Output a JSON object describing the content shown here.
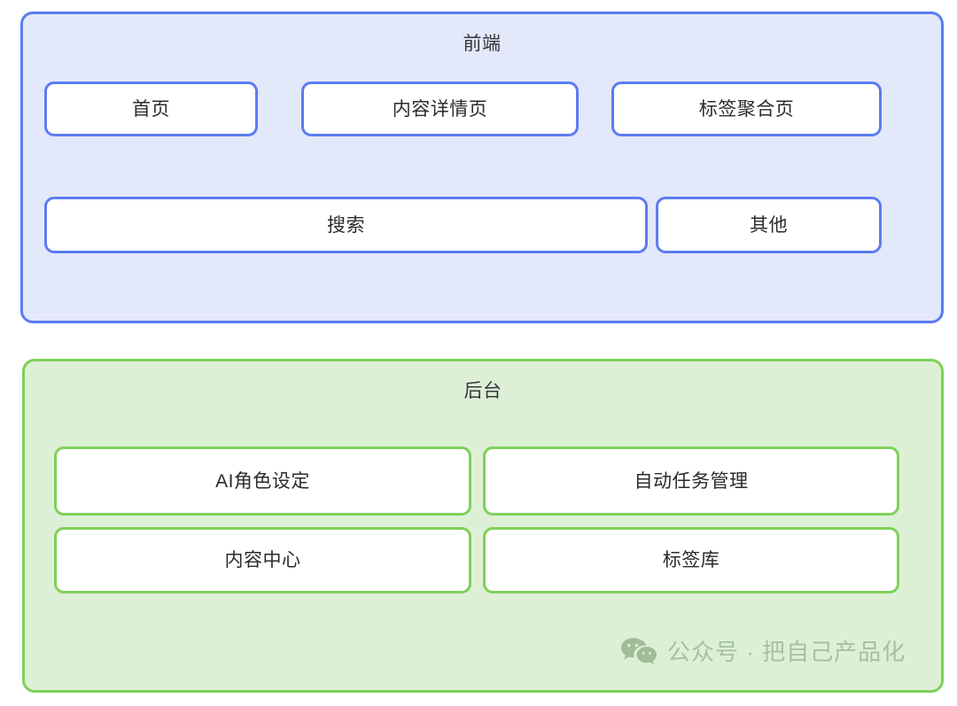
{
  "diagram": {
    "groups": [
      {
        "id": "frontend",
        "title": "前端",
        "accent": "#5b7cf0",
        "fill": "#e3e8fb",
        "nodes": [
          {
            "label": "首页"
          },
          {
            "label": "内容详情页"
          },
          {
            "label": "标签聚合页"
          },
          {
            "label": "搜索"
          },
          {
            "label": "其他"
          }
        ]
      },
      {
        "id": "backend",
        "title": "后台",
        "accent": "#7ed157",
        "fill": "#ddf0d6",
        "nodes": [
          {
            "label": "AI角色设定"
          },
          {
            "label": "自动任务管理"
          },
          {
            "label": "内容中心"
          },
          {
            "label": "标签库"
          }
        ]
      }
    ]
  },
  "watermark": {
    "icon": "wechat-icon",
    "text": "公众号 · 把自己产品化",
    "color": "#a4c29b"
  }
}
